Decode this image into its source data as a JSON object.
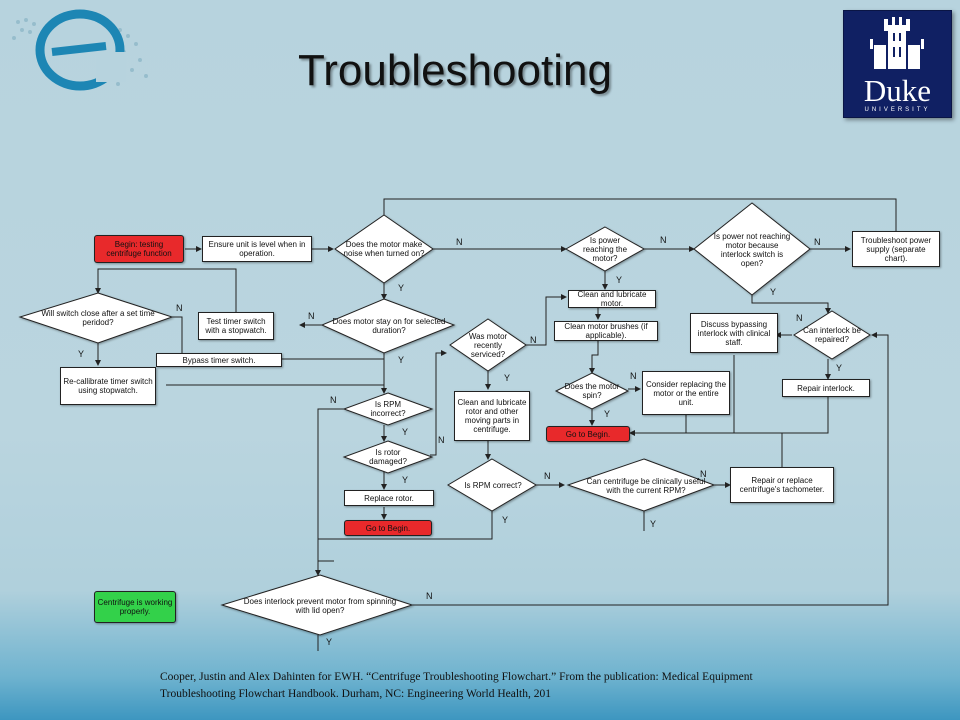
{
  "slide": {
    "title": "Troubleshooting",
    "citation": "Cooper, Justin and Alex Dahinten for EWH. “Centrifuge Troubleshooting Flowchart.” From the publication: Medical Equipment Troubleshooting Flowchart Handbook. Durham, NC: Engineering World Health, 201"
  },
  "logos": {
    "left": "ewh-e-logo",
    "right": {
      "word": "Duke",
      "sub": "UNIVERSITY"
    }
  },
  "flowchart": {
    "nodes": {
      "begin_testing": "Begin: testing centrifuge function",
      "ensure_level": "Ensure unit is level when in operation.",
      "motor_noise": "Does the motor make noise when turned on?",
      "power_reaching": "Is power reaching the motor?",
      "power_interlock": "Is power not reaching motor because interlock switch is open?",
      "troubleshoot_power": "Troubleshoot power supply (separate chart).",
      "switch_close": "Will switch close after a set time peridod?",
      "test_timer": "Test timer switch with a stopwatch.",
      "motor_stay_on": "Does motor stay on for selected duration?",
      "bypass_timer": "Bypass timer switch.",
      "recalibrate": "Re-callibrate timer switch using stopwatch.",
      "clean_lube_motor": "Clean and lubricate motor.",
      "clean_brushes": "Clean motor brushes (if applicable).",
      "motor_spin": "Does the motor spin?",
      "consider_replacing": "Consider replacing the motor or the entire unit.",
      "go_begin_1": "Go to Begin.",
      "discuss_bypass": "Discuss bypassing interlock with clinical staff.",
      "interlock_repaired": "Can interlock be repaired?",
      "repair_interlock": "Repair interlock.",
      "motor_serviced": "Was motor recently serviced?",
      "clean_lube_rotor": "Clean and lubricate rotor and other moving parts in centrifuge.",
      "rpm_incorrect": "Is RPM incorrect?",
      "rotor_damaged": "Is rotor damaged?",
      "replace_rotor": "Replace rotor.",
      "go_begin_2": "Go to Begin.",
      "rpm_correct": "Is RPM correct?",
      "clinically_useful": "Can centrifuge be clinically useful with the current RPM?",
      "repair_tachometer": "Repair or replace centrifuge's tachometer.",
      "interlock_prevent": "Does interlock prevent motor from spinning with lid open?",
      "working_properly": "Centrifuge is working properly."
    },
    "labels": {
      "yes": "Y",
      "no": "N"
    }
  }
}
